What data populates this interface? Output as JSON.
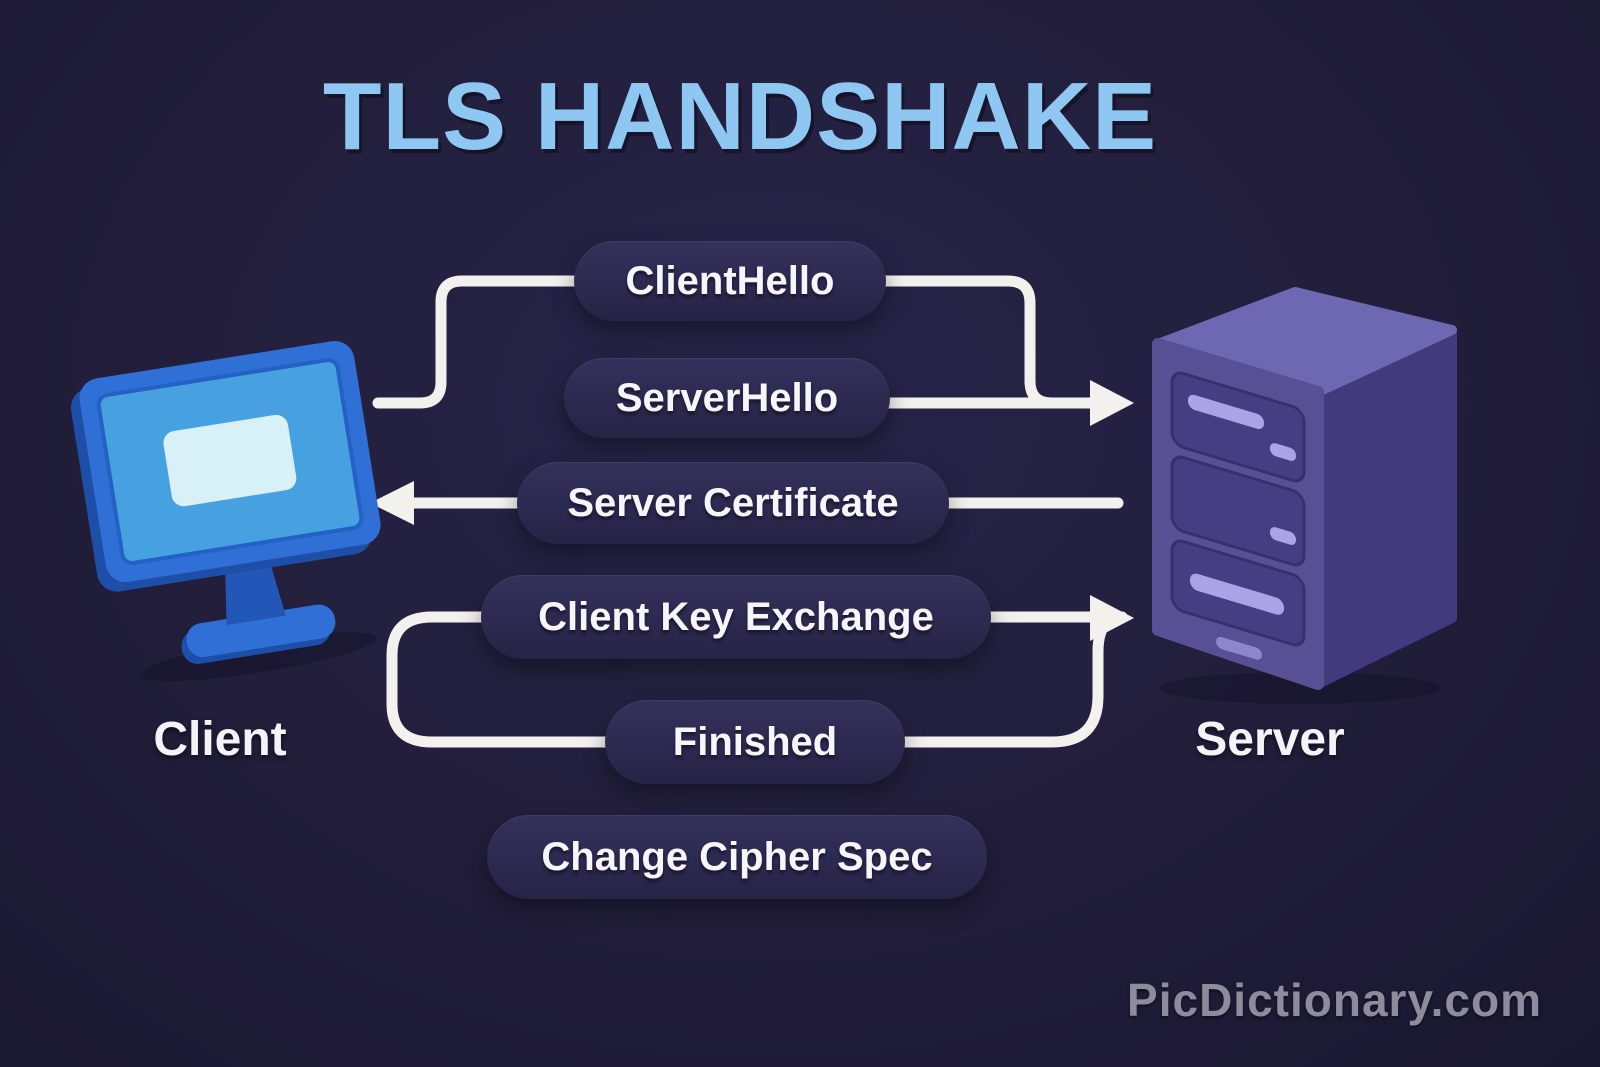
{
  "title": "TLS HANDSHAKE",
  "watermark": "PicDictionary.com",
  "nodes": {
    "client": {
      "label": "Client"
    },
    "server": {
      "label": "Server"
    }
  },
  "messages": [
    {
      "label": "ClientHello",
      "direction": "client-to-server"
    },
    {
      "label": "ServerHello",
      "direction": "client-to-server"
    },
    {
      "label": "Server Certificate",
      "direction": "server-to-client"
    },
    {
      "label": "Client Key Exchange",
      "direction": "client-to-server"
    },
    {
      "label": "Finished",
      "direction": "client-to-server"
    },
    {
      "label": "Change Cipher Spec",
      "direction": "none"
    }
  ],
  "colors": {
    "background": "#221e3b",
    "title": "#8ec7f2",
    "pill_fill": "#2c2a50",
    "pill_text": "#f6f5fa",
    "connector": "#f3f1ee",
    "client_blue": "#2f6fd6",
    "client_screen": "#47a0e0",
    "server_purple": "#575094",
    "watermark": "#8e8c9c"
  }
}
